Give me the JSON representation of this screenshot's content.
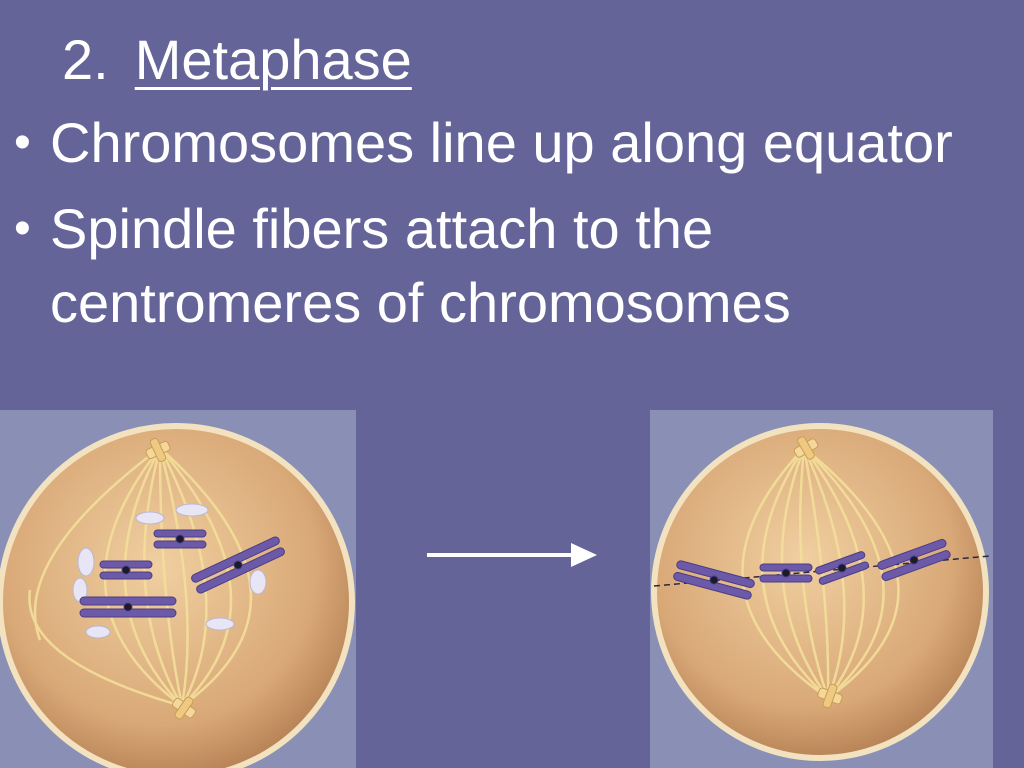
{
  "slide": {
    "title_number": "2.",
    "title_word": "Metaphase",
    "bullets": [
      {
        "text": "Chromosomes line up along equator"
      },
      {
        "text": "Spindle fibers attach to the centromeres of chromosomes"
      }
    ],
    "bullet_symbol": "•"
  },
  "colors": {
    "background": "#646499",
    "text": "#ffffff",
    "cell": "#e2b98a",
    "chromosome": "#6c5aa8",
    "centromere": "#1a1a2a"
  }
}
